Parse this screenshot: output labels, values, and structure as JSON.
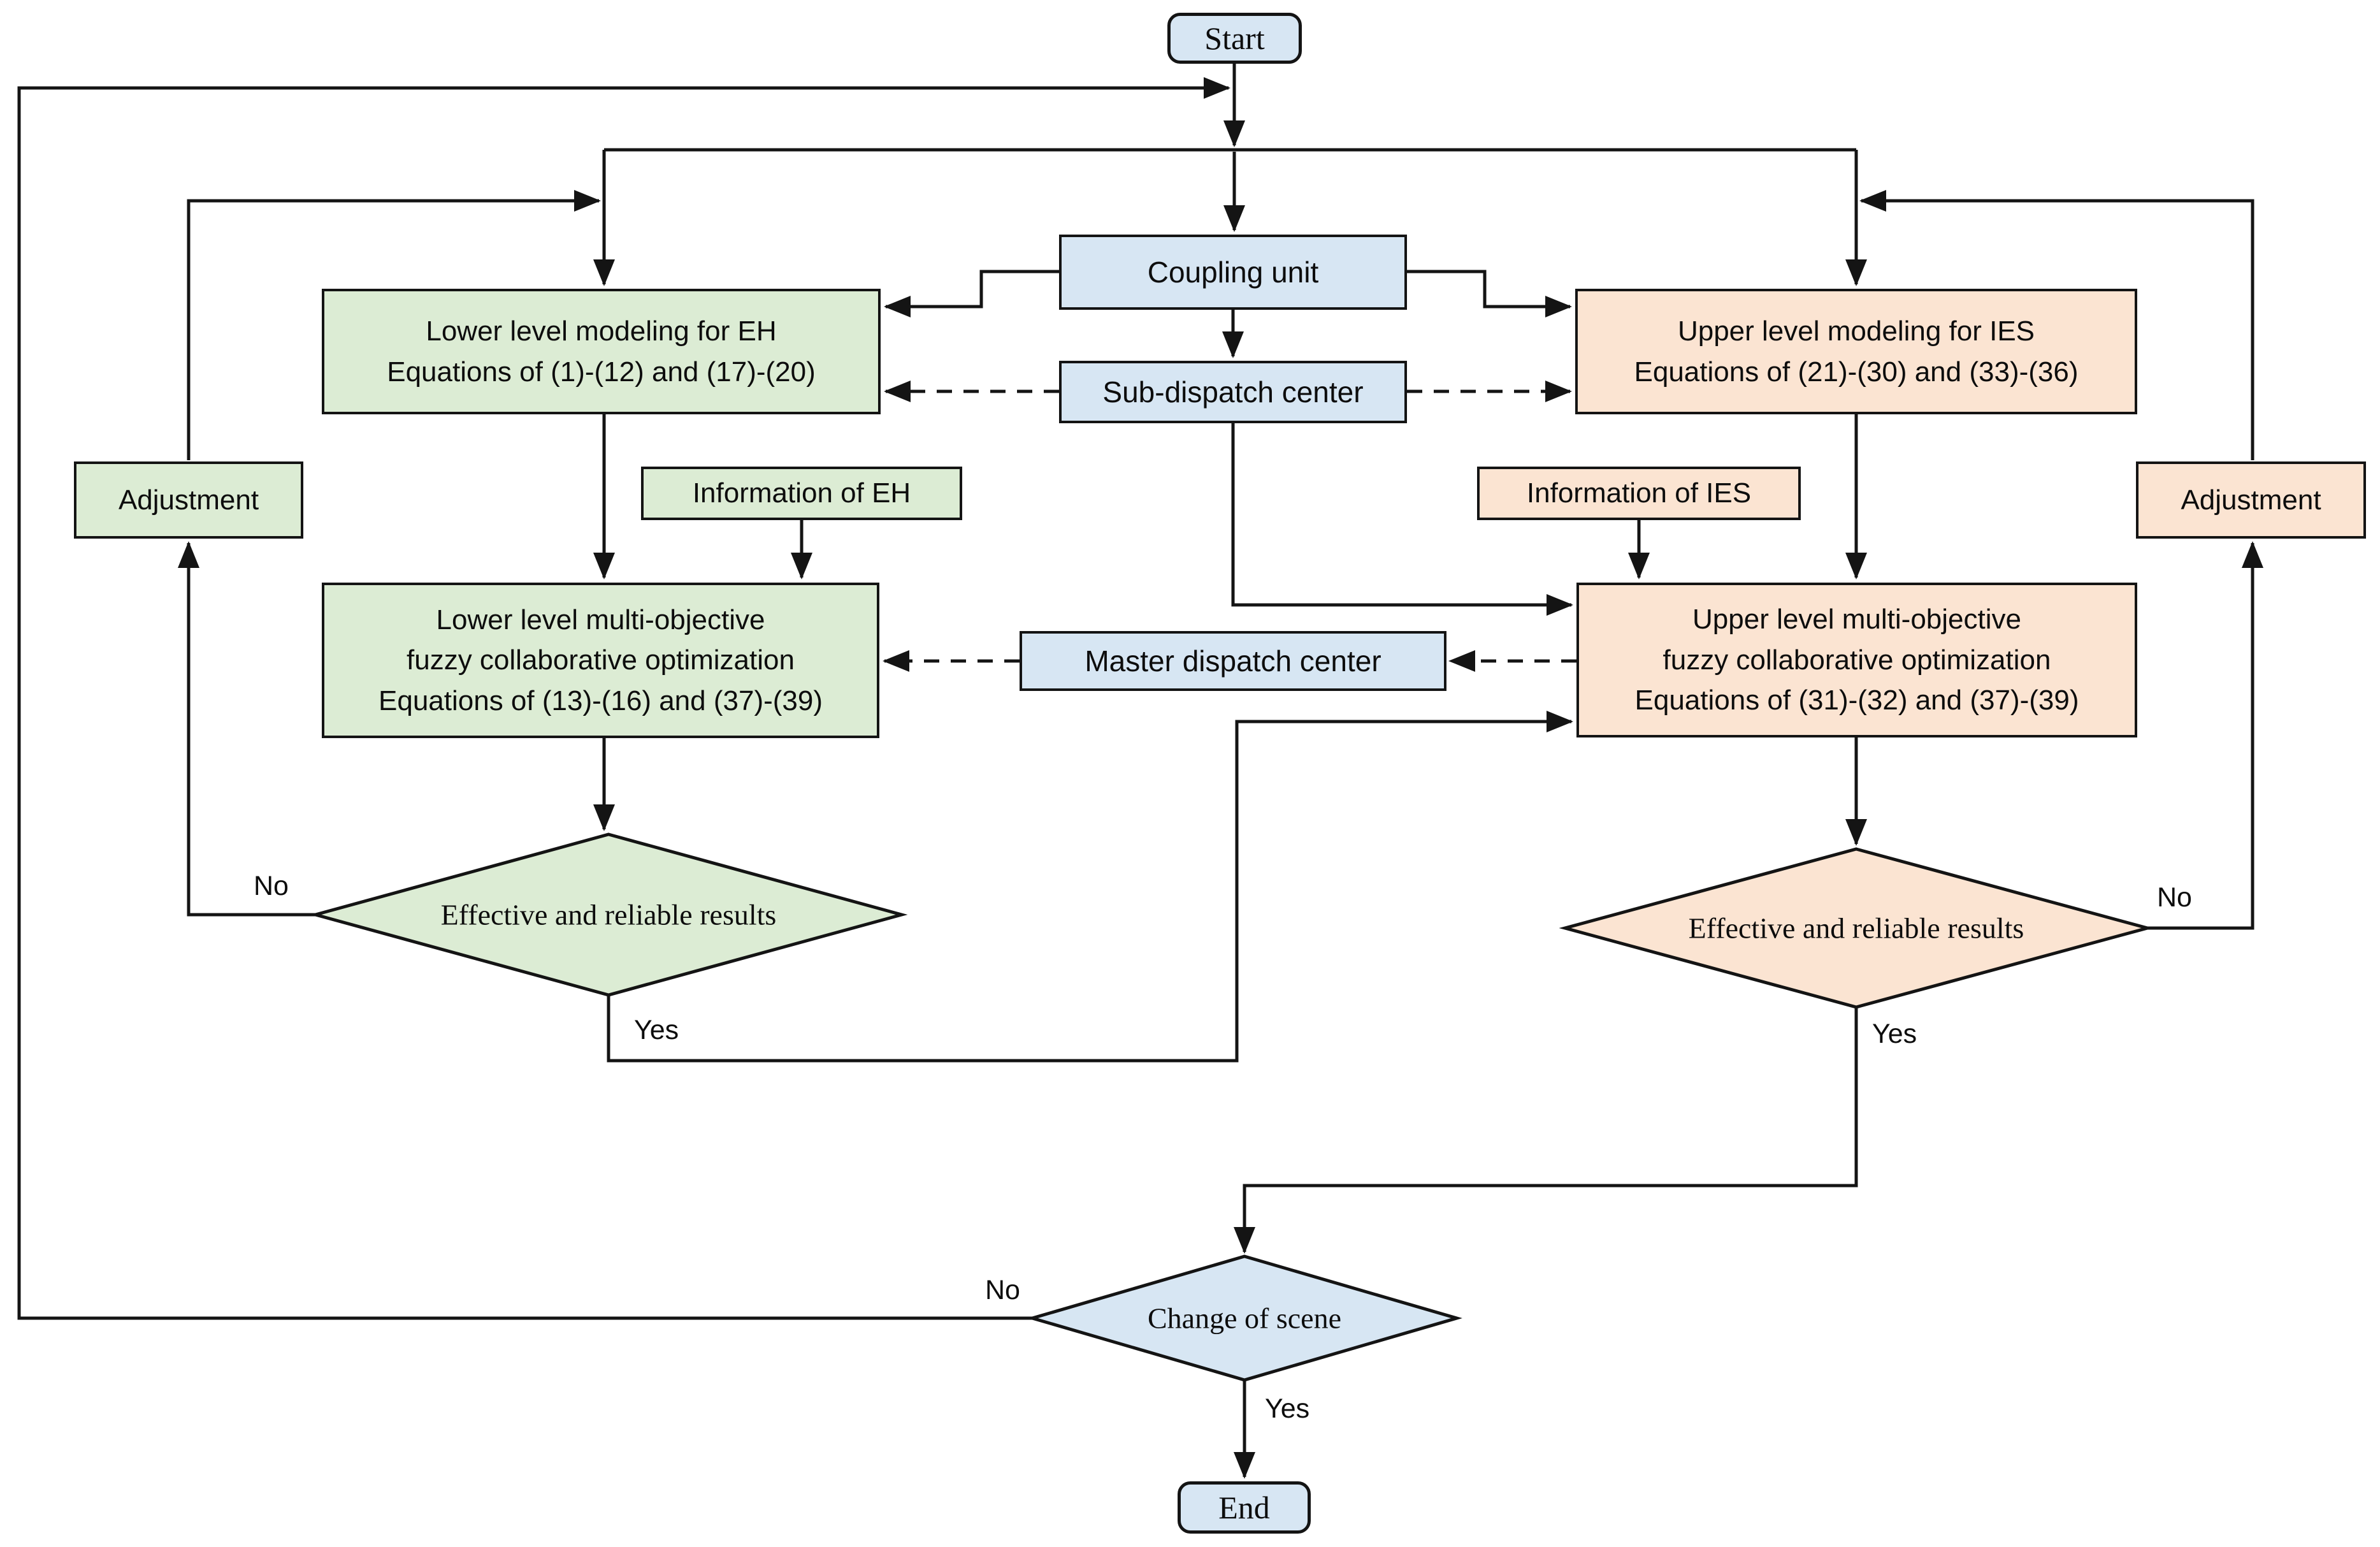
{
  "colors": {
    "blue_fill": "#d7e6f3",
    "green_fill": "#dcecd4",
    "peach_fill": "#fbe4d2",
    "line": "#141414"
  },
  "nodes": {
    "start": {
      "label": "Start"
    },
    "coupling_unit": {
      "label": "Coupling unit"
    },
    "sub_dispatch_center": {
      "label": "Sub-dispatch center"
    },
    "lower_level_modeling": {
      "lines": [
        "Lower level modeling for EH",
        "Equations of (1)-(12) and (17)-(20)"
      ]
    },
    "upper_level_modeling": {
      "lines": [
        "Upper level modeling for IES",
        "Equations of (21)-(30) and (33)-(36)"
      ]
    },
    "adjustment_left": {
      "label": "Adjustment"
    },
    "information_of_eh": {
      "label": "Information of EH"
    },
    "information_of_ies": {
      "label": "Information of IES"
    },
    "adjustment_right": {
      "label": "Adjustment"
    },
    "lower_level_multi_objective": {
      "lines": [
        "Lower level multi-objective",
        "fuzzy collaborative optimization",
        "Equations of (13)-(16) and (37)-(39)"
      ]
    },
    "upper_level_multi_objective": {
      "lines": [
        "Upper level multi-objective",
        "fuzzy collaborative optimization",
        "Equations of (31)-(32) and (37)-(39)"
      ]
    },
    "master_dispatch_center": {
      "label": "Master dispatch center"
    },
    "decision_left": {
      "label": "Effective and reliable results"
    },
    "decision_right": {
      "label": "Effective and reliable results"
    },
    "decision_change_of_scene": {
      "label": "Change of scene"
    },
    "end": {
      "label": "End"
    }
  },
  "edge_labels": {
    "left_no": "No",
    "left_yes": "Yes",
    "right_no": "No",
    "right_yes": "Yes",
    "change_no": "No",
    "change_yes": "Yes"
  }
}
